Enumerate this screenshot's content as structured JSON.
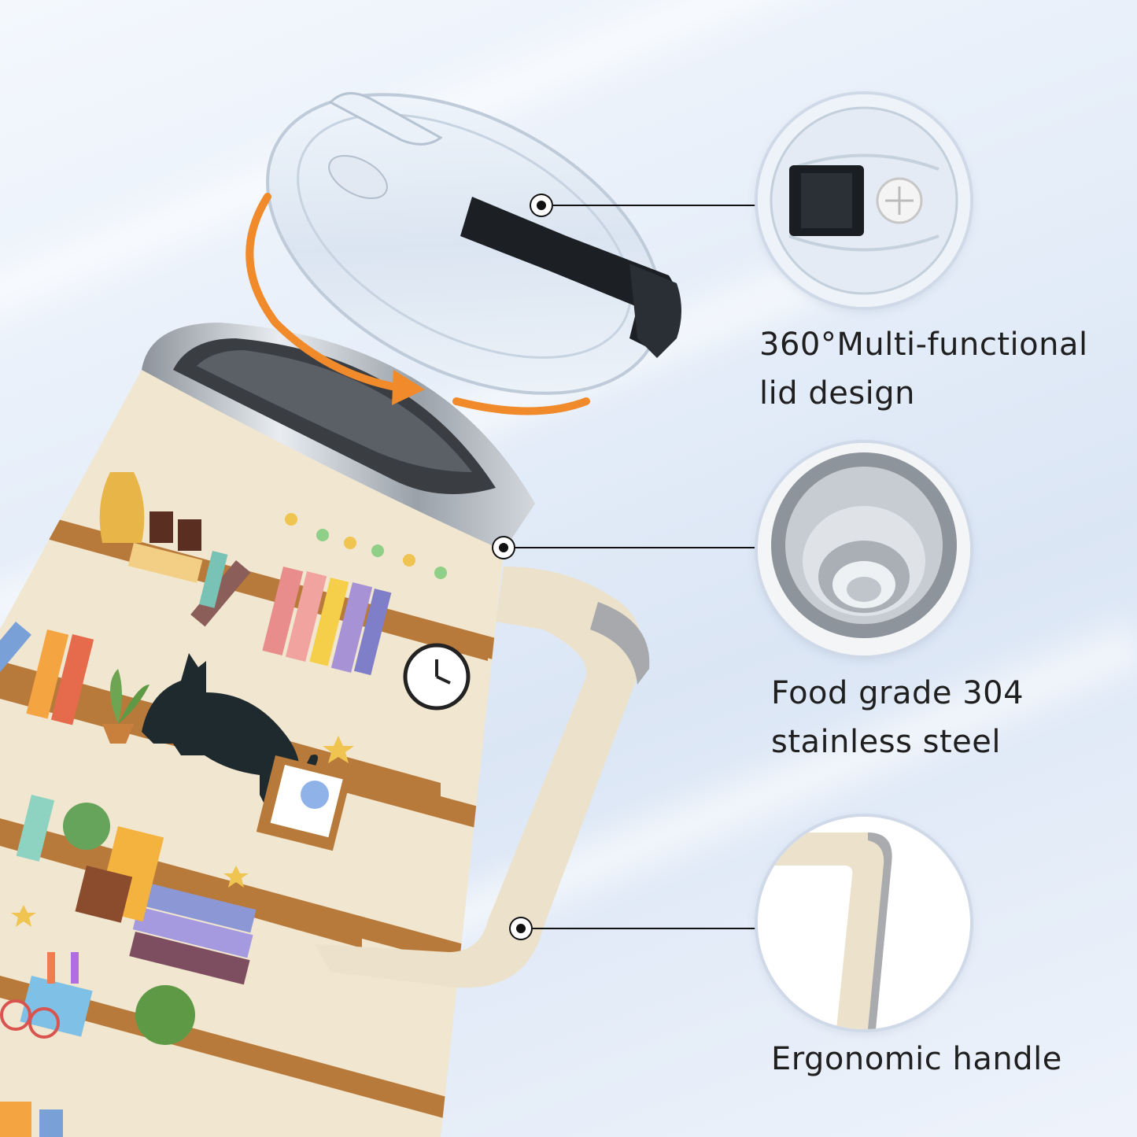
{
  "features": [
    {
      "id": "lid",
      "lines": [
        "360°Multi-functional",
        "lid design"
      ],
      "icon": "lid-closeup-icon"
    },
    {
      "id": "steel",
      "lines": [
        "Food grade 304",
        "stainless steel"
      ],
      "icon": "steel-interior-icon"
    },
    {
      "id": "handle",
      "lines": [
        "Ergonomic handle"
      ],
      "icon": "handle-closeup-icon"
    }
  ],
  "colors": {
    "accent_arrow": "#f08a2a",
    "tumbler_body": "#f1e6cf",
    "shelf": "#b87a3a",
    "handle": "#ece1cb",
    "steel": "#b9bfc7"
  }
}
